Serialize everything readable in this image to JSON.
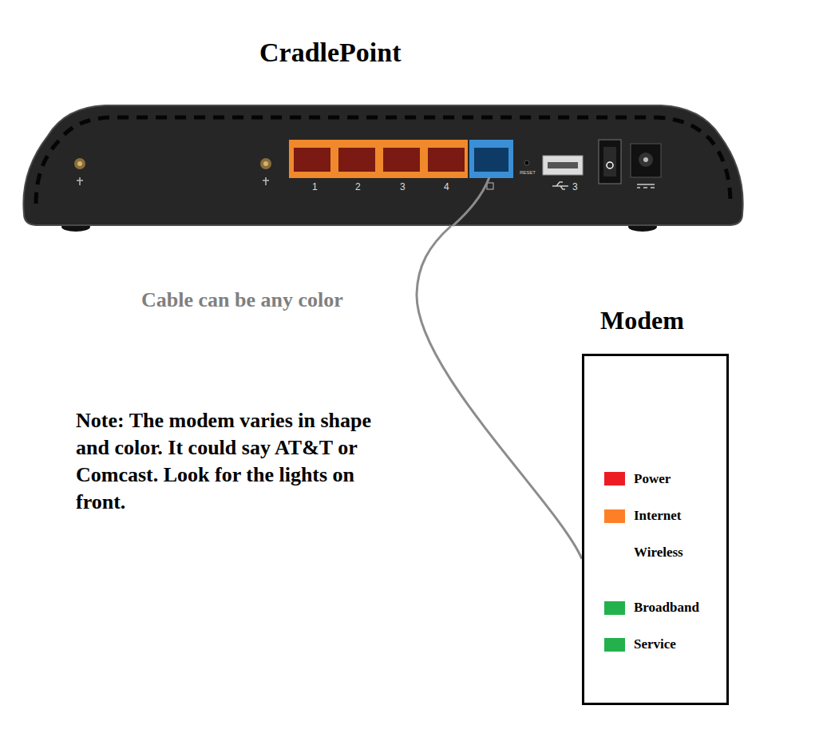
{
  "diagram": {
    "nodes": [
      {
        "text": [
          "CradlePoint",
          "1",
          "2",
          "3",
          "4",
          "RESET",
          "3"
        ]
      },
      {
        "text": [
          "Modem",
          "Power",
          "Internet",
          "Wireless",
          "Broadband",
          "Service"
        ]
      }
    ],
    "edges": [
      {
        "from": 0,
        "to": 1,
        "arrow": "none",
        "label": "Cable can be any color"
      }
    ],
    "labels": [
      "Note: The modem varies in shape and color. It could say AT&T or Comcast. Look for the lights on front."
    ]
  }
}
